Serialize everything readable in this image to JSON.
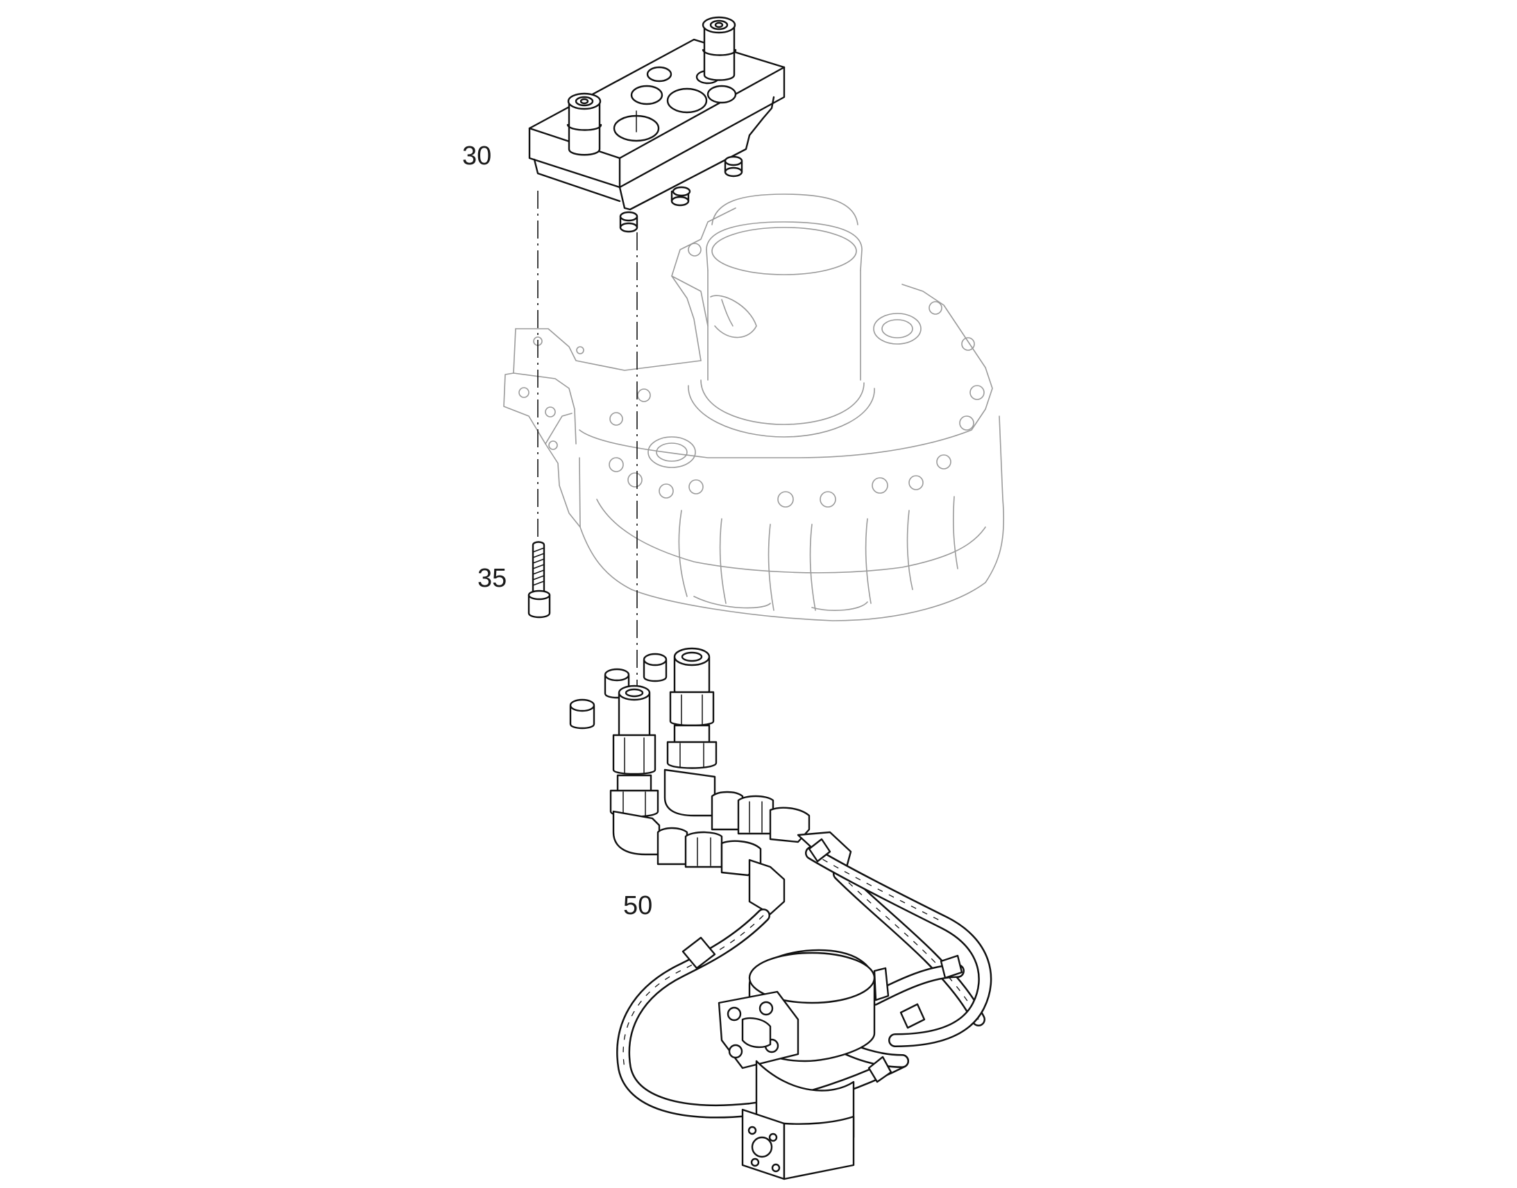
{
  "diagram": {
    "callouts": [
      {
        "id": "30",
        "label": "30"
      },
      {
        "id": "35",
        "label": "35"
      },
      {
        "id": "50",
        "label": "50"
      }
    ]
  }
}
